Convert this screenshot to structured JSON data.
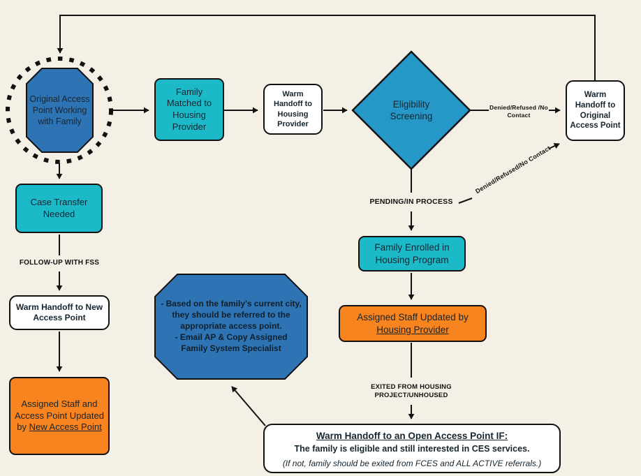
{
  "flowchart": {
    "colors": {
      "background": "#f5f0e6",
      "teal": "#1cb9c8",
      "diamond_blue": "#2598c8",
      "note_blue": "#2e74b5",
      "orange": "#f8841f",
      "line": "#111111"
    },
    "nodes": {
      "original_access_point": "Original Access Point Working with Family",
      "family_matched": "Family Matched to Housing Provider",
      "warm_handoff_housing": "Warm Handoff to Housing Provider",
      "eligibility_screening": "Eligibility Screening",
      "warm_handoff_original": "Warm Handoff to Original Access Point",
      "case_transfer": "Case Transfer Needed",
      "warm_handoff_new": "Warm Handoff to New Access Point",
      "assigned_staff_new": {
        "prefix": "Assigned Staff and Access Point Updated by ",
        "underlined": "New Access Point"
      },
      "family_enrolled": "Family Enrolled in Housing Program",
      "assigned_staff_provider": {
        "prefix": "Assigned Staff Updated by ",
        "underlined": "Housing Provider"
      },
      "note": {
        "line1": "- Based on the family's current city, they should be referred to the appropriate access point.",
        "line2": "- Email AP & Copy Assigned Family System Specialist"
      },
      "open_access_point": {
        "title": "Warm Handoff to an Open Access Point IF:",
        "line1": "The family is eligible and still interested in CES services.",
        "line2": "(If not, family should be exited from FCES and ALL ACTIVE referrals.)"
      }
    },
    "edge_labels": {
      "denied_top": "Denied/Refused /No Contact",
      "denied_diagonal": "Denied/Refused/No Contact",
      "pending": "PENDING/IN PROCESS",
      "follow_up": "FOLLOW-UP WITH FSS",
      "exited": "EXITED FROM HOUSING PROJECT/UNHOUSED"
    }
  }
}
